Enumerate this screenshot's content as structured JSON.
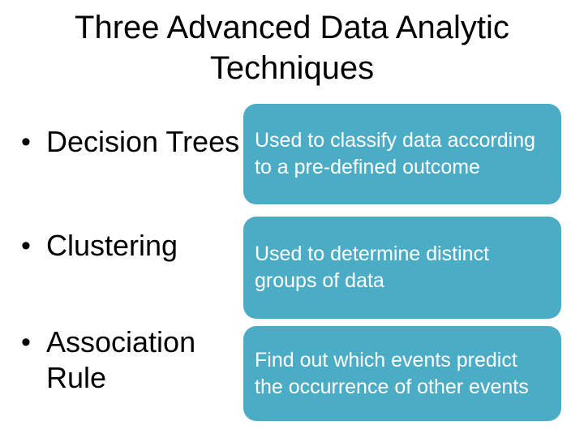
{
  "title": "Three Advanced Data Analytic Techniques",
  "bullet_glyph": "•",
  "colors": {
    "accent": "#4BACC6",
    "box_text": "#FFFFFF",
    "text": "#000000",
    "background": "#FFFFFF"
  },
  "rows": [
    {
      "label": "Decision Trees",
      "desc": [
        "Used to classify data according",
        "to a pre-defined outcome"
      ]
    },
    {
      "label": "Clustering",
      "desc": [
        "Used to determine distinct",
        "groups of data"
      ]
    },
    {
      "label": "Association Rule",
      "desc": [
        "Find out which events predict",
        "the occurrence of other events"
      ]
    }
  ]
}
